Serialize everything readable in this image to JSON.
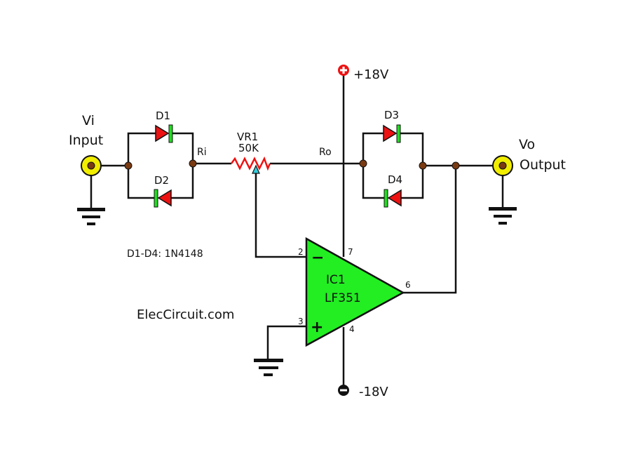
{
  "labels": {
    "vi": "Vi",
    "input": "Input",
    "d1": "D1",
    "d2": "D2",
    "d3": "D3",
    "d4": "D4",
    "ri": "Ri",
    "ro": "Ro",
    "vr1": "VR1",
    "vr1_value": "50K",
    "vo": "Vo",
    "output": "Output",
    "vplus": "+18V",
    "vminus": "-18V",
    "diode_note": "D1-D4: 1N4148",
    "website": "ElecCircuit.com",
    "ic_name": "IC1",
    "ic_part": "LF351",
    "pin2": "2",
    "pin3": "3",
    "pin4": "4",
    "pin6": "6",
    "pin7": "7",
    "minus_sign": "−",
    "plus_sign": "+"
  },
  "colors": {
    "opamp": "#22ee22",
    "diode_body": "#ee1111",
    "diode_bar": "#22dd22",
    "jack": "#f2ee00",
    "node": "#7a3a12",
    "resistor": "#ee1111",
    "wiper": "#33ccdd",
    "positive_rail": "#ee1111",
    "negative_rail": "#111111"
  }
}
